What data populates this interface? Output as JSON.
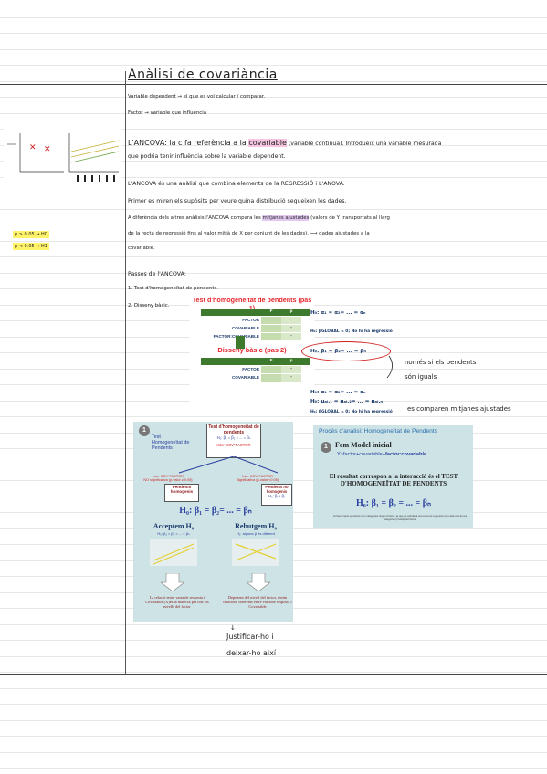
{
  "title": "Anàlisi de covariància",
  "notes": {
    "line1": "Variable dependent → el que es vol calcular / comparar.",
    "line2": "Factor → variable que influencia",
    "ancova_intro_a": "L'ANCOVA: la c fa referència a la ",
    "ancova_intro_hl": "covariable",
    "ancova_intro_b": " (variable contínua). Introdueix una variable mesurada",
    "ancova_intro_2": "que podria tenir influència sobre la variable dependent.",
    "combina": "L'ANCOVA és una anàlisi que combina elements de la REGRESSIÓ i L'ANOVA.",
    "primer": "Primer es miren els supòsits per veure quina distribució segueixen les dades.",
    "diff_a": "A diferència dels altres anàlisis l'ANCOVA compara les ",
    "diff_hl": "mitjanes ajustades",
    "diff_b": " (valors de Y transportats al llarg",
    "diff_2": "de la recta de regressió fins al valor mitjà de X per conjunt de les dades). ⟶ dades ajustades a la",
    "diff_3": "covariable.",
    "passos": "Passos de l'ANCOVA:",
    "pas1": "1. Test d'homogeneïtat de pendents.",
    "pas2": "2. Disseny bàsic.",
    "side_nomes_1": "només si els pendents",
    "side_nomes_2": "són iguals",
    "side_compar": "es comparen mitjanes ajustades",
    "justificar_1": "Justificar-ho i",
    "justificar_2": "deixar-ho així"
  },
  "margin_notes": {
    "p_gt": "p > 0.05 → H0",
    "p_lt": "p < 0.05 → H1"
  },
  "slide1": {
    "title": "Test d'homogeneïtat de pendents (pas 1)",
    "header_f": "F",
    "header_p": "p",
    "rows1": [
      "FACTOR",
      "COVARIABLE",
      "FACTOR:COVARIABLE"
    ],
    "dash": "-",
    "h_alpha": "H₀: α₁ = α₂= ... = αₙ",
    "h_beta_global": "H₀: βGLOBAL = 0; No hi ha regressió",
    "h_beta": "H₀: β₁ = β₂= ... = βₙ",
    "subtitle": "Disseny bàsic (pas 2)",
    "rows2": [
      "FACTOR",
      "COVARIABLE"
    ],
    "h2_alpha": "H₀: α₁ = α₂= ... = αₙ",
    "h2_mu": "H₀: μₐⱼ.₁ = μₐⱼ.₂= ... = μₐⱼ.ₙ",
    "h2_beta_global": "H₀: βGLOBAL = 0; No hi ha regressió"
  },
  "slide2": {
    "num": "1",
    "heading": "Test Homogeneïtat de Pendents",
    "box_title": "Test d'homogeneïtat de pendents",
    "box_h": "H₀: β₁ = β₂ = ... = βₙ",
    "box_inter": "Inter COV*FACTOR",
    "left_label_1": "Inter COV*FACTOR",
    "left_label_2": "NO significativa (p-valor ≥ 0.05)",
    "right_label_1": "Inter COV*FACTOR",
    "right_label_2": "Significativa (p-valor <0.05)",
    "left_box": "Pendents homogenis",
    "right_box_1": "Pendents no homogenis",
    "right_box_2": "H₁: βᵢ ≠ βⱼ",
    "big_h": "H₀: β₁ = β₂= ... = βₙ",
    "accept": "Acceptem H₀",
    "accept_sub": "H₀: β₁ = β₂ = ... = βₙ",
    "reject": "Rebutgem H₀",
    "reject_sub": "H₁: alguna β és diferent",
    "left_text": "La relació entre variable resposta i Covariable (X)és la mateixa per tots els nivells del factor",
    "right_text": "Depenent del nivell del factor, tenim relacions diferents entre variable resposta i Covariable"
  },
  "slide3": {
    "title": "Procés d'anàlisi: Homogeneïtat de Pendents",
    "num": "1",
    "model_title": "Fem Model inicial",
    "model_formula_a": "Y~factor+covariable+",
    "model_formula_b": "factor:covariable",
    "result": "El resultat correspon a la interacció és el TEST D'HOMOGENEÏTAT DE PENDENTS",
    "h": "H₀: β₁ = β₂ = ... = βₙ",
    "footnote": "Hi haurà tants pendents com categories tingui el factor, ja que es calcularà una recta de regressió per cada una de les categories (nivells) del factor."
  }
}
